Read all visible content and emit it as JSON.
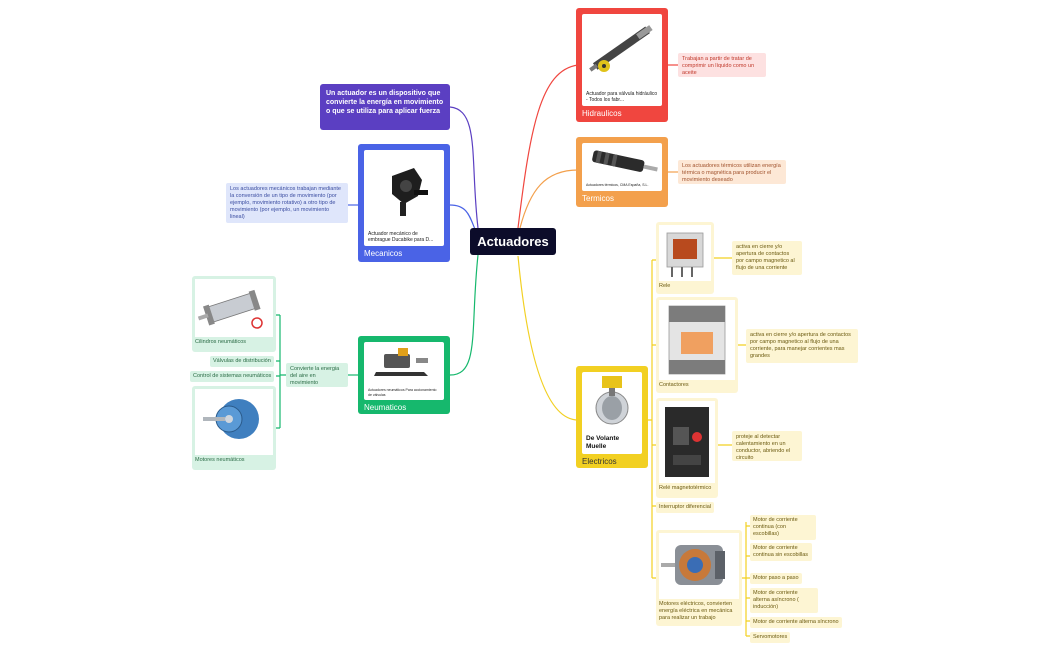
{
  "root": {
    "title": "Actuadores"
  },
  "definition": "Un actuador es un dispositivo que convierte la energía en movimiento o que se utiliza para aplicar fuerza",
  "colors": {
    "hidraulicos": "#f0463f",
    "termicos": "#f3a04c",
    "electricos": "#f2d022",
    "mecanicos": "#4a63e6",
    "neumaticos": "#16b86d",
    "definicion": "#5b3fc2",
    "root": "#0c0c2a"
  },
  "hidraulicos": {
    "title": "Hidraulicos",
    "caption": "Actuador para válvula hidráulico - Todos los fabr...",
    "note": "Trabajan a partir de tratar de comprimir un líquido como un aceite"
  },
  "termicos": {
    "title": "Termicos",
    "caption": "Actuadores térmicos, CMA España, S.L.",
    "note": "Los actuadores térmicos utilizan energía térmica o magnética para producir el movimiento deseado"
  },
  "mecanicos": {
    "title": "Mecanicos",
    "caption": "Actuador mecánico de embrague Ducabike para D...",
    "note": "Los actuadores mecánicos trabajan mediante la conversión de un tipo de movimiento (por ejemplo, movimiento rotativo) a otro tipo de movimiento (por ejemplo, un movimiento lineal)"
  },
  "neumaticos": {
    "title": "Neumaticos",
    "caption": "Actuadores neumáticos Para accionamiento de válvulas",
    "note": "Convierte la energia del aire en movimiento",
    "items": [
      "Cilindros neumáticos",
      "Válvulas de distribución",
      "Control de sistemas neumáticos",
      "Motores neumáticos"
    ]
  },
  "electricos": {
    "title": "Electricos",
    "caption": "De Volante Muelle",
    "rele": {
      "label": "Rele",
      "note": "activa en cierre y/o apertura de contactos por campo magnetico al flujo de una corriente"
    },
    "contactores": {
      "label": "Contactores",
      "note": "activa en cierre y/o apertura de contactos por campo magnetico al flujo de una corriente, para manejar corrientes mas grandes"
    },
    "rele_magneto": {
      "label": "Relé magnetotérmico",
      "note": "proteje al detectar calentamiento en un conductor, abriendo el circuito"
    },
    "interruptor": "Interruptor diferencial",
    "motores": {
      "label": "Motores eléctricos, convierten energía eléctrica en mecánica para realizar un trabajo",
      "items": [
        "Motor de corriente continua (con escobillas)",
        "Motor de corriente continua sin escobillas",
        "Motor paso a paso",
        "Motor de corriente alterna asíncrono ( inducción)",
        "Motor de corriente alterna síncrono",
        "Servomotores"
      ]
    }
  }
}
